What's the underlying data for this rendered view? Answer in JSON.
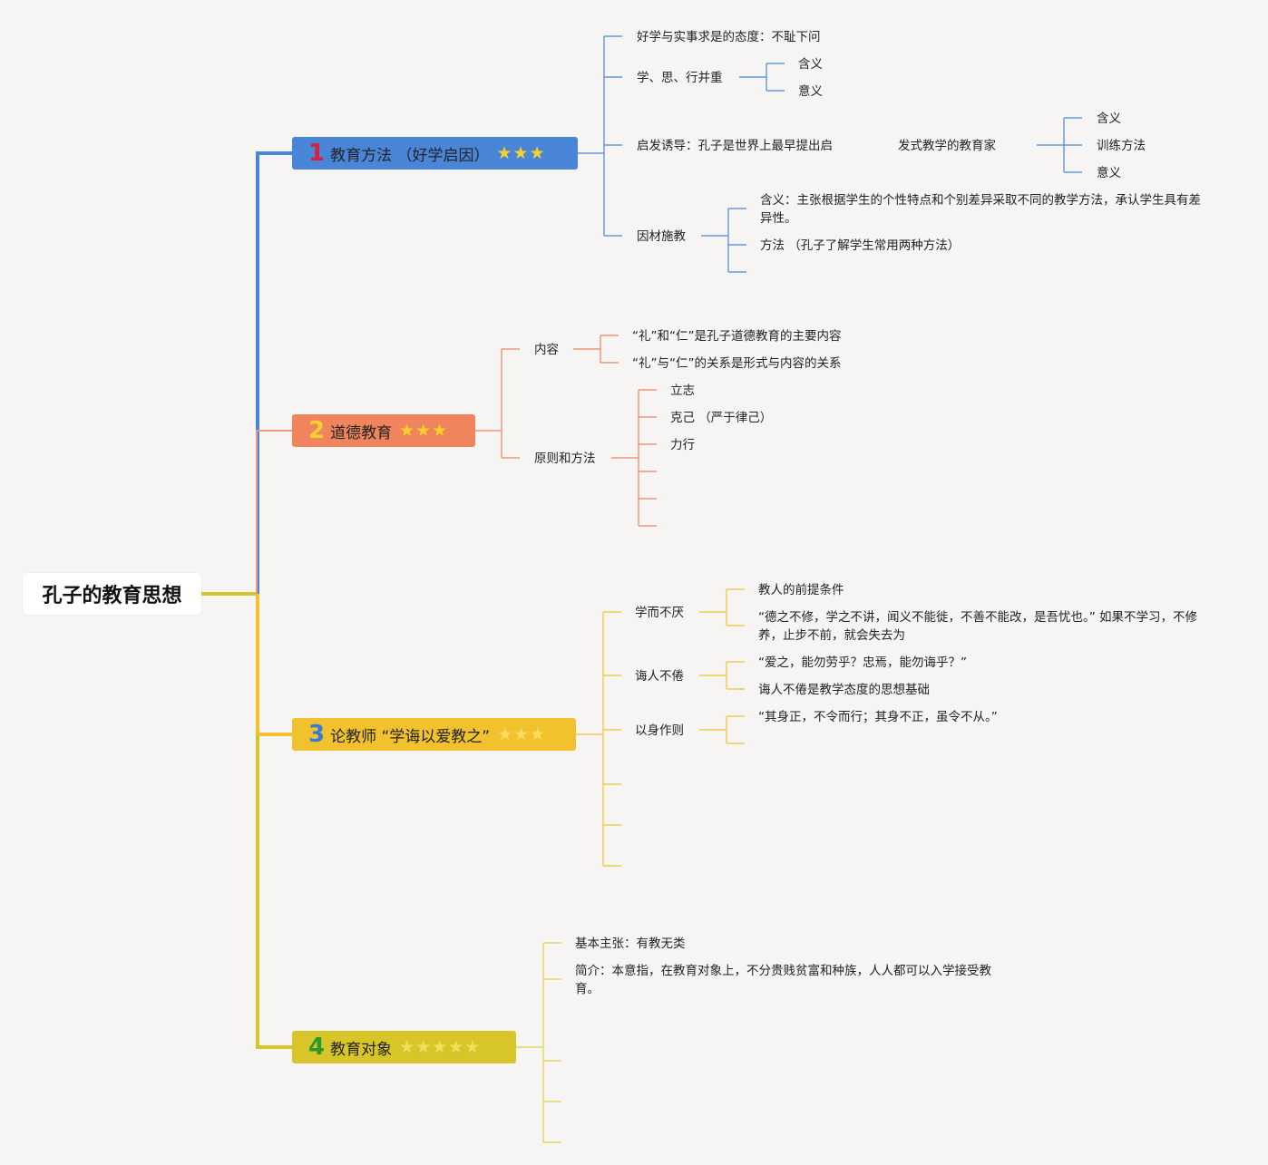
{
  "root": "孔子的教育思想",
  "colors": {
    "blue": "#4a86d8",
    "orange": "#f0845c",
    "yellow": "#f2c12e",
    "olive": "#d8c52a"
  },
  "topics": [
    {
      "num": "1",
      "label": "教育方法 （好学启因）",
      "stars": "★★★",
      "color": "#4a86d8",
      "num_color": "#d81f3c"
    },
    {
      "num": "2",
      "label": "道德教育",
      "stars": "★★★",
      "color": "#f0845c",
      "num_color": "#f7d02e"
    },
    {
      "num": "3",
      "label": "论教师 “学诲以爱教之”",
      "stars": "★★★",
      "color": "#f2c12e",
      "num_color": "#3a7ad8"
    },
    {
      "num": "4",
      "label": "教育对象",
      "stars": "★★★★★",
      "color": "#d8c52a",
      "num_color": "#2a9a2a"
    }
  ],
  "t1": {
    "a": "好学与实事求是的态度：不耻下问",
    "b": "学、思、行并重",
    "b1": "含义",
    "b2": "意义",
    "c": "启发诱导：孔子是世界上最早提出启",
    "c_cont": "发式教学的教育家",
    "c1": "含义",
    "c2": "训练方法",
    "c3": "意义",
    "d": "因材施教",
    "d1": "含义：主张根据学生的个性特点和个别差异采取不同的教学方法，承认学生具有差异性。",
    "d2": "方法 （孔子了解学生常用两种方法）"
  },
  "t2": {
    "a": "内容",
    "a1": "“礼”和“仁”是孔子道德教育的主要内容",
    "a2": "“礼”与“仁”的关系是形式与内容的关系",
    "b": "原则和方法",
    "b1": "立志",
    "b2": "克己 （严于律己）",
    "b3": "力行"
  },
  "t3": {
    "a": "学而不厌",
    "a1": "教人的前提条件",
    "a2": "“德之不修，学之不讲，闻义不能徙，不善不能改，是吾忧也。” 如果不学习，不修养，止步不前，就会失去为",
    "b": "诲人不倦",
    "b1": "“爱之，能勿劳乎？忠焉，能勿诲乎？”",
    "b2": "诲人不倦是教学态度的思想基础",
    "c": "以身作则",
    "c1": "“其身正，不令而行；其身不正，虽令不从。”"
  },
  "t4": {
    "a": "基本主张：有教无类",
    "b": "简介：本意指，在教育对象上，不分贵贱贫富和种族，人人都可以入学接受教育。"
  }
}
